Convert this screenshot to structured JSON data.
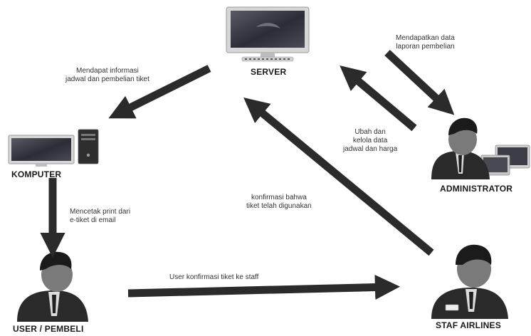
{
  "nodes": {
    "server": "SERVER",
    "komputer": "KOMPUTER",
    "administrator": "ADMINISTRATOR",
    "user": "USER / PEMBELI",
    "staf": "STAF AIRLINES"
  },
  "edges": {
    "server_to_komputer": [
      "Mendapat informasi",
      "jadwal dan pembelian tiket"
    ],
    "server_to_admin": [
      "Mendapatkan data",
      "laporan pembelian"
    ],
    "admin_to_server": [
      "Ubah dan",
      "kelola data",
      "jadwal dan harga"
    ],
    "staf_to_server": [
      "konfirmasi bahwa",
      "tiket telah digunakan"
    ],
    "komputer_to_user": [
      "Mencetak print dari",
      "e-tiket di email"
    ],
    "user_to_staf": [
      "User konfirmasi tiket ke staff"
    ]
  },
  "colors": {
    "arrow": "#2b2b2b",
    "person_head": "#1b1b1b",
    "person_face": "#7a7a7a",
    "suit": "#2a2a2a",
    "shirt": "#dcdcdc",
    "monitor_frame": "#dadada",
    "screen_dark": "#3a3a44"
  },
  "icons": {
    "server": "server-monitor-icon",
    "komputer": "desktop-computer-icon",
    "administrator": "person-at-computer-icon",
    "user": "person-icon",
    "staf": "person-icon"
  }
}
